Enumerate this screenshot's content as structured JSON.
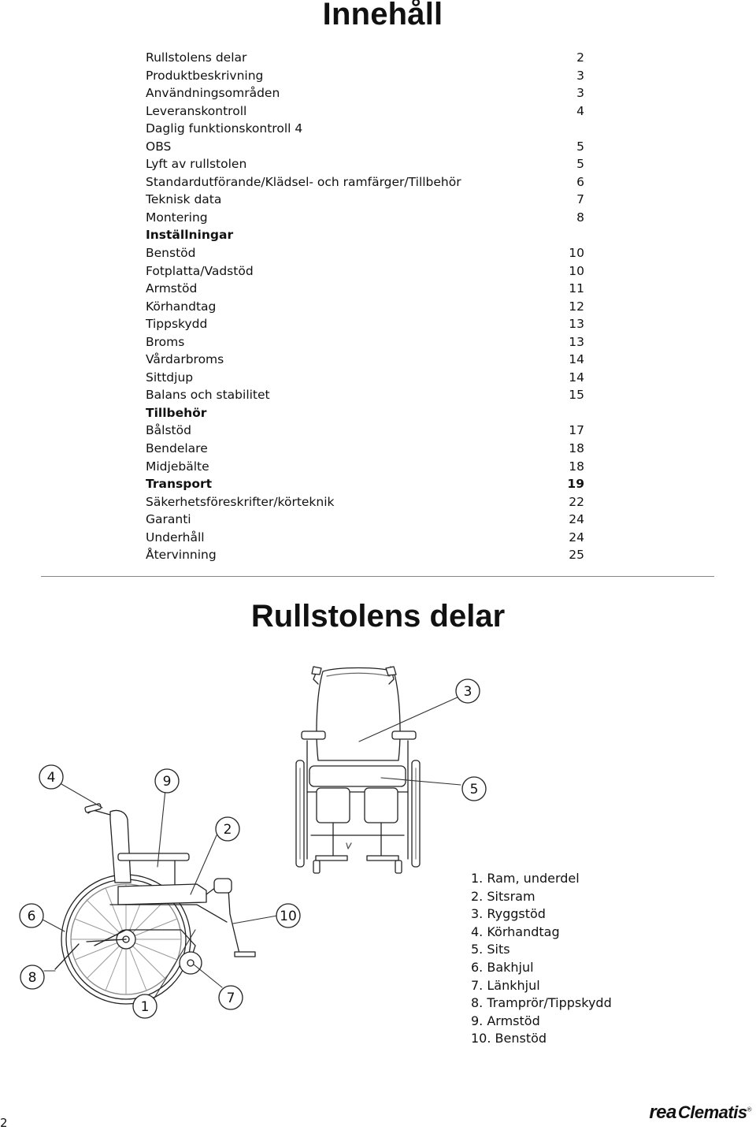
{
  "title": "Innehåll",
  "toc": [
    {
      "label": "Rullstolens delar",
      "page": "2",
      "bold": false
    },
    {
      "label": "Produktbeskrivning",
      "page": "3",
      "bold": false
    },
    {
      "label": "Användningsområden",
      "page": "3",
      "bold": false
    },
    {
      "label": "Leveranskontroll",
      "page": "4",
      "bold": false
    },
    {
      "label": "Daglig funktionskontroll 4",
      "page": "",
      "bold": false
    },
    {
      "label": "OBS",
      "page": "5",
      "bold": false
    },
    {
      "label": "Lyft av rullstolen",
      "page": "5",
      "bold": false
    },
    {
      "label": "Standardutförande/Klädsel- och ramfärger/Tillbehör",
      "page": "6",
      "bold": false
    },
    {
      "label": "Teknisk data",
      "page": "7",
      "bold": false
    },
    {
      "label": "Montering",
      "page": "8",
      "bold": false
    },
    {
      "label": "Inställningar",
      "page": "",
      "bold": true
    },
    {
      "label": "Benstöd",
      "page": "10",
      "bold": false
    },
    {
      "label": "Fotplatta/Vadstöd",
      "page": "10",
      "bold": false
    },
    {
      "label": "Armstöd",
      "page": "11",
      "bold": false
    },
    {
      "label": "Körhandtag",
      "page": "12",
      "bold": false
    },
    {
      "label": "Tippskydd",
      "page": "13",
      "bold": false
    },
    {
      "label": "Broms",
      "page": "13",
      "bold": false
    },
    {
      "label": "Vårdarbroms",
      "page": "14",
      "bold": false
    },
    {
      "label": "Sittdjup",
      "page": "14",
      "bold": false
    },
    {
      "label": "Balans och stabilitet",
      "page": "15",
      "bold": false
    },
    {
      "label": "Tillbehör",
      "page": "",
      "bold": true
    },
    {
      "label": "Bålstöd",
      "page": "17",
      "bold": false
    },
    {
      "label": "Bendelare",
      "page": "18",
      "bold": false
    },
    {
      "label": "Midjebälte",
      "page": "18",
      "bold": false
    },
    {
      "label": "Transport",
      "page": "19",
      "bold": true
    },
    {
      "label": "Säkerhetsföreskrifter/körteknik",
      "page": "22",
      "bold": false
    },
    {
      "label": "Garanti",
      "page": "24",
      "bold": false
    },
    {
      "label": "Underhåll",
      "page": "24",
      "bold": false
    },
    {
      "label": "Återvinning",
      "page": "25",
      "bold": false
    }
  ],
  "section_title": "Rullstolens delar",
  "callouts": [
    "3",
    "4",
    "9",
    "5",
    "2",
    "6",
    "10",
    "8",
    "1",
    "7"
  ],
  "legend": [
    "1. Ram, underdel",
    "2. Sitsram",
    "3. Ryggstöd",
    "4. Körhandtag",
    "5. Sits",
    "6. Bakhjul",
    "7. Länkhjul",
    "8. Tramprör/Tippskydd",
    "9. Armstöd",
    "10. Benstöd"
  ],
  "page_number": "2",
  "brand": {
    "prefix": "rea",
    "name": "Clematis",
    "mark": "®"
  }
}
